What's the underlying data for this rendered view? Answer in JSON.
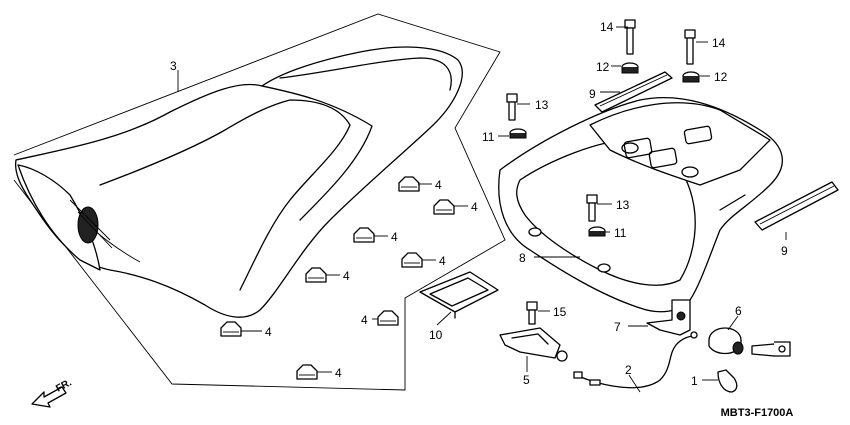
{
  "callouts": {
    "c1": "1",
    "c2": "2",
    "c3": "3",
    "c4": "4",
    "c5": "5",
    "c6": "6",
    "c7": "7",
    "c8": "8",
    "c9": "9",
    "c10": "10",
    "c11": "11",
    "c12": "12",
    "c13": "13",
    "c14": "14",
    "c15": "15"
  },
  "direction_label": "FR.",
  "diagram_code": "MBT3-F1700A"
}
